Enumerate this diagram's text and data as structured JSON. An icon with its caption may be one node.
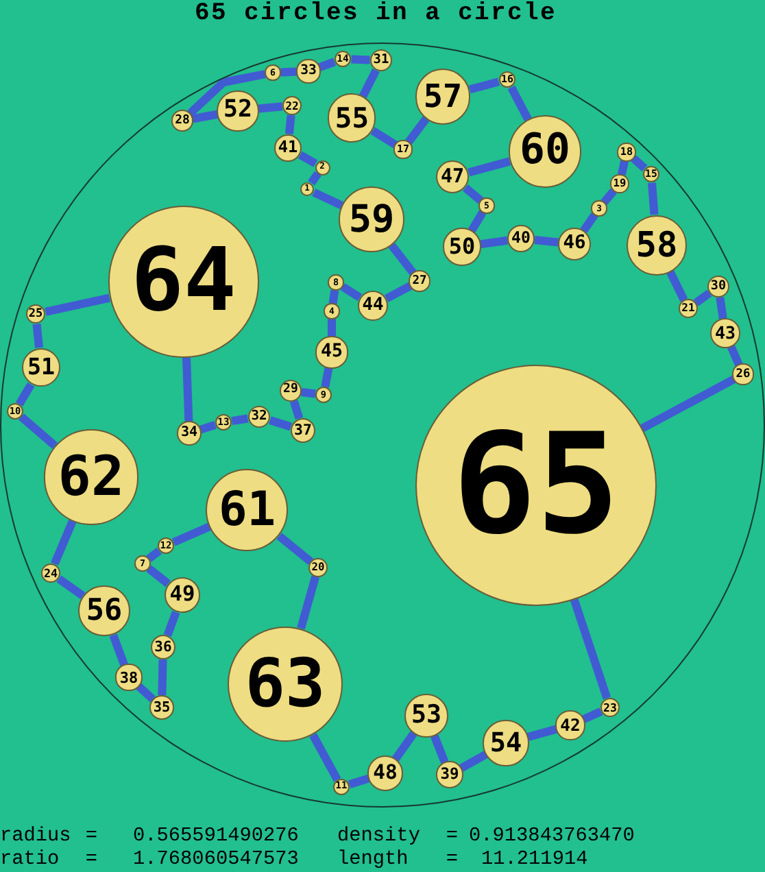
{
  "diagram": {
    "title": "65 circles in a circle",
    "nodes": [
      {
        "text": [],
        "shape": "circle"
      },
      {
        "text": [
          "1"
        ],
        "in": 0
      },
      {
        "text": [
          "2"
        ],
        "in": 0
      },
      {
        "text": [
          "3"
        ],
        "in": 0
      },
      {
        "text": [
          "4"
        ],
        "in": 0
      },
      {
        "text": [
          "5"
        ],
        "in": 0
      },
      {
        "text": [
          "6"
        ],
        "in": 0
      },
      {
        "text": [
          "7"
        ],
        "in": 0
      },
      {
        "text": [
          "8"
        ],
        "in": 0
      },
      {
        "text": [
          "9"
        ],
        "in": 0
      },
      {
        "text": [
          "10"
        ],
        "in": 0
      },
      {
        "text": [
          "11"
        ],
        "in": 0
      },
      {
        "text": [
          "12"
        ],
        "in": 0
      },
      {
        "text": [
          "13"
        ],
        "in": 0
      },
      {
        "text": [
          "14"
        ],
        "in": 0
      },
      {
        "text": [
          "15"
        ],
        "in": 0
      },
      {
        "text": [
          "16"
        ],
        "in": 0
      },
      {
        "text": [
          "17"
        ],
        "in": 0
      },
      {
        "text": [
          "18"
        ],
        "in": 0
      },
      {
        "text": [
          "19"
        ],
        "in": 0
      },
      {
        "text": [
          "20"
        ],
        "in": 0
      },
      {
        "text": [
          "21"
        ],
        "in": 0
      },
      {
        "text": [
          "22"
        ],
        "in": 0
      },
      {
        "text": [
          "23"
        ],
        "in": 0
      },
      {
        "text": [
          "24"
        ],
        "in": 0
      },
      {
        "text": [
          "25"
        ],
        "in": 0
      },
      {
        "text": [
          "26"
        ],
        "in": 0
      },
      {
        "text": [
          "27"
        ],
        "in": 0
      },
      {
        "text": [
          "28"
        ],
        "in": 0
      },
      {
        "text": [
          "29"
        ],
        "in": 0
      },
      {
        "text": [
          "30"
        ],
        "in": 0
      },
      {
        "text": [
          "31"
        ],
        "in": 0
      },
      {
        "text": [
          "32"
        ],
        "in": 0
      },
      {
        "text": [
          "33"
        ],
        "in": 0
      },
      {
        "text": [
          "34"
        ],
        "in": 0
      },
      {
        "text": [
          "35"
        ],
        "in": 0
      },
      {
        "text": [
          "36"
        ],
        "in": 0
      },
      {
        "text": [
          "37"
        ],
        "in": 0
      },
      {
        "text": [
          "38"
        ],
        "in": 0
      },
      {
        "text": [
          "39"
        ],
        "in": 0
      },
      {
        "text": [
          "40"
        ],
        "in": 0
      },
      {
        "text": [
          "41"
        ],
        "in": 0
      },
      {
        "text": [
          "42"
        ],
        "in": 0
      },
      {
        "text": [
          "43"
        ],
        "in": 0
      },
      {
        "text": [
          "44"
        ],
        "in": 0
      },
      {
        "text": [
          "45"
        ],
        "in": 0
      },
      {
        "text": [
          "46"
        ],
        "in": 0
      },
      {
        "text": [
          "47"
        ],
        "in": 0
      },
      {
        "text": [
          "48"
        ],
        "in": 0
      },
      {
        "text": [
          "49"
        ],
        "in": 0
      },
      {
        "text": [
          "50"
        ],
        "in": 0
      },
      {
        "text": [
          "51"
        ],
        "in": 0
      },
      {
        "text": [
          "52"
        ],
        "in": 0
      },
      {
        "text": [
          "53"
        ],
        "in": 0
      },
      {
        "text": [
          "54"
        ],
        "in": 0
      },
      {
        "text": [
          "55"
        ],
        "in": 0
      },
      {
        "text": [
          "56"
        ],
        "in": 0
      },
      {
        "text": [
          "57"
        ],
        "in": 0
      },
      {
        "text": [
          "58"
        ],
        "in": 0
      },
      {
        "text": [
          "59"
        ],
        "in": 0
      },
      {
        "text": [
          "60"
        ],
        "in": 0
      },
      {
        "text": [
          "61"
        ],
        "in": 0
      },
      {
        "text": [
          "62"
        ],
        "in": 0
      },
      {
        "text": [
          "63"
        ],
        "in": 0
      },
      {
        "text": [
          "64"
        ],
        "in": 0
      },
      {
        "text": [
          "65"
        ],
        "in": 0
      }
    ],
    "edges": [
      {
        "from": 1,
        "to": 59,
        "arrow": "none"
      },
      {
        "from": 59,
        "to": 27,
        "arrow": "none"
      },
      {
        "from": 27,
        "to": 44,
        "arrow": "none"
      },
      {
        "from": 44,
        "to": 8,
        "arrow": "none"
      },
      {
        "from": 8,
        "to": 4,
        "arrow": "none"
      },
      {
        "from": 4,
        "to": 45,
        "arrow": "none"
      },
      {
        "from": 45,
        "to": 9,
        "arrow": "none"
      },
      {
        "from": 9,
        "to": 29,
        "arrow": "none"
      },
      {
        "from": 29,
        "to": 37,
        "arrow": "none"
      },
      {
        "from": 37,
        "to": 32,
        "arrow": "none"
      },
      {
        "from": 32,
        "to": 13,
        "arrow": "none"
      },
      {
        "from": 13,
        "to": 34,
        "arrow": "none"
      },
      {
        "from": 34,
        "to": 64,
        "arrow": "none"
      },
      {
        "from": 64,
        "to": 25,
        "arrow": "none"
      },
      {
        "from": 25,
        "to": 51,
        "arrow": "none"
      },
      {
        "from": 51,
        "to": 10,
        "arrow": "none"
      },
      {
        "from": 10,
        "to": 62,
        "arrow": "none"
      },
      {
        "from": 62,
        "to": 24,
        "arrow": "none"
      },
      {
        "from": 24,
        "to": 56,
        "arrow": "none"
      },
      {
        "from": 56,
        "to": 38,
        "arrow": "none"
      },
      {
        "from": 38,
        "to": 35,
        "arrow": "none"
      },
      {
        "from": 35,
        "to": 36,
        "arrow": "none"
      },
      {
        "from": 36,
        "to": 49,
        "arrow": "none"
      },
      {
        "from": 49,
        "to": 7,
        "arrow": "none"
      },
      {
        "from": 7,
        "to": 12,
        "arrow": "none"
      },
      {
        "from": 12,
        "to": 61,
        "arrow": "none"
      },
      {
        "from": 61,
        "to": 20,
        "arrow": "none"
      },
      {
        "from": 20,
        "to": 63,
        "arrow": "none"
      },
      {
        "from": 63,
        "to": 11,
        "arrow": "none"
      },
      {
        "from": 11,
        "to": 48,
        "arrow": "none"
      },
      {
        "from": 48,
        "to": 53,
        "arrow": "none"
      },
      {
        "from": 53,
        "to": 39,
        "arrow": "none"
      },
      {
        "from": 39,
        "to": 54,
        "arrow": "none"
      },
      {
        "from": 54,
        "to": 42,
        "arrow": "none"
      },
      {
        "from": 42,
        "to": 23,
        "arrow": "none"
      },
      {
        "from": 23,
        "to": 65,
        "arrow": "none"
      },
      {
        "from": 65,
        "to": 26,
        "arrow": "none"
      },
      {
        "from": 26,
        "to": 43,
        "arrow": "none"
      },
      {
        "from": 43,
        "to": 30,
        "arrow": "none"
      },
      {
        "from": 30,
        "to": 21,
        "arrow": "none"
      },
      {
        "from": 21,
        "to": 58,
        "arrow": "none"
      },
      {
        "from": 58,
        "to": 15,
        "arrow": "none"
      },
      {
        "from": 15,
        "to": 18,
        "arrow": "none"
      },
      {
        "from": 18,
        "to": 19,
        "arrow": "none"
      },
      {
        "from": 19,
        "to": 3,
        "arrow": "none"
      },
      {
        "from": 3,
        "to": 46,
        "arrow": "none"
      },
      {
        "from": 46,
        "to": 40,
        "arrow": "none"
      },
      {
        "from": 40,
        "to": 50,
        "arrow": "none"
      },
      {
        "from": 50,
        "to": 5,
        "arrow": "none"
      },
      {
        "from": 5,
        "to": 47,
        "arrow": "none"
      },
      {
        "from": 47,
        "to": 60,
        "arrow": "none"
      },
      {
        "from": 60,
        "to": 16,
        "arrow": "none"
      },
      {
        "from": 16,
        "to": 57,
        "arrow": "none"
      },
      {
        "from": 57,
        "to": 17,
        "arrow": "none"
      },
      {
        "from": 17,
        "to": 55,
        "arrow": "none"
      },
      {
        "from": 55,
        "to": 31,
        "arrow": "none"
      },
      {
        "from": 31,
        "to": 14,
        "arrow": "none"
      },
      {
        "from": 14,
        "to": 33,
        "arrow": "none"
      },
      {
        "from": 33,
        "to": 6,
        "arrow": "none"
      },
      {
        "from": 6,
        "to": 28,
        "arrow": "none"
      },
      {
        "from": 28,
        "to": 52,
        "arrow": "none"
      },
      {
        "from": 52,
        "to": 22,
        "arrow": "none"
      },
      {
        "from": 22,
        "to": 41,
        "arrow": "none"
      },
      {
        "from": 41,
        "to": 2,
        "arrow": "none"
      },
      {
        "from": 2,
        "to": 1,
        "arrow": "none"
      }
    ],
    "labels": [
      "radius =",
      "0.565591490276",
      "density =",
      "0.913843763470",
      "ratio =",
      "1.768060547573",
      "length =",
      "11.211914"
    ]
  }
}
